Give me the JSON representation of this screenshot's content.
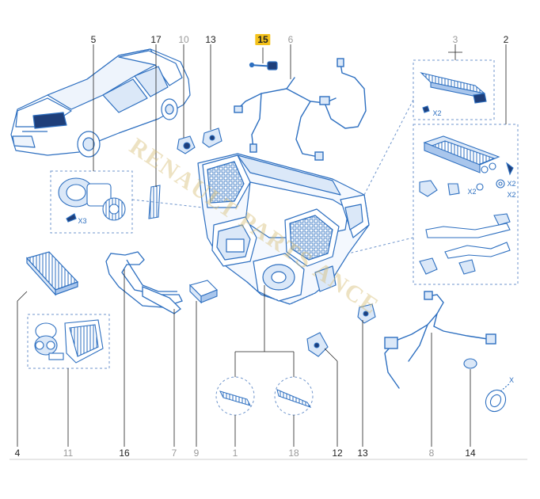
{
  "callouts": {
    "n1": "1",
    "n2": "2",
    "n3": "3",
    "n4": "4",
    "n5": "5",
    "n6": "6",
    "n7": "7",
    "n8": "8",
    "n9": "9",
    "n10": "10",
    "n11": "11",
    "n12": "12",
    "n13_top": "13",
    "n13_bottom": "13",
    "n14": "14",
    "n15": "15",
    "n16": "16",
    "n17": "17",
    "n18": "18"
  },
  "qty_labels": {
    "blower_screws": "X3",
    "heater_clips": "X2",
    "heater_seal": "X2",
    "heater_grommet": "X2",
    "bracket_screw": "X2",
    "x_mark": "X"
  },
  "watermark": "RENAULT PARTS ANCE",
  "colors": {
    "line": "#2d6fc0",
    "fill_light": "#dbe8f8",
    "fill_mid": "#a9c6ec",
    "fill_dark": "#1f3f7a",
    "dash": "#6f95cc",
    "highlight": "#f4c21b"
  }
}
